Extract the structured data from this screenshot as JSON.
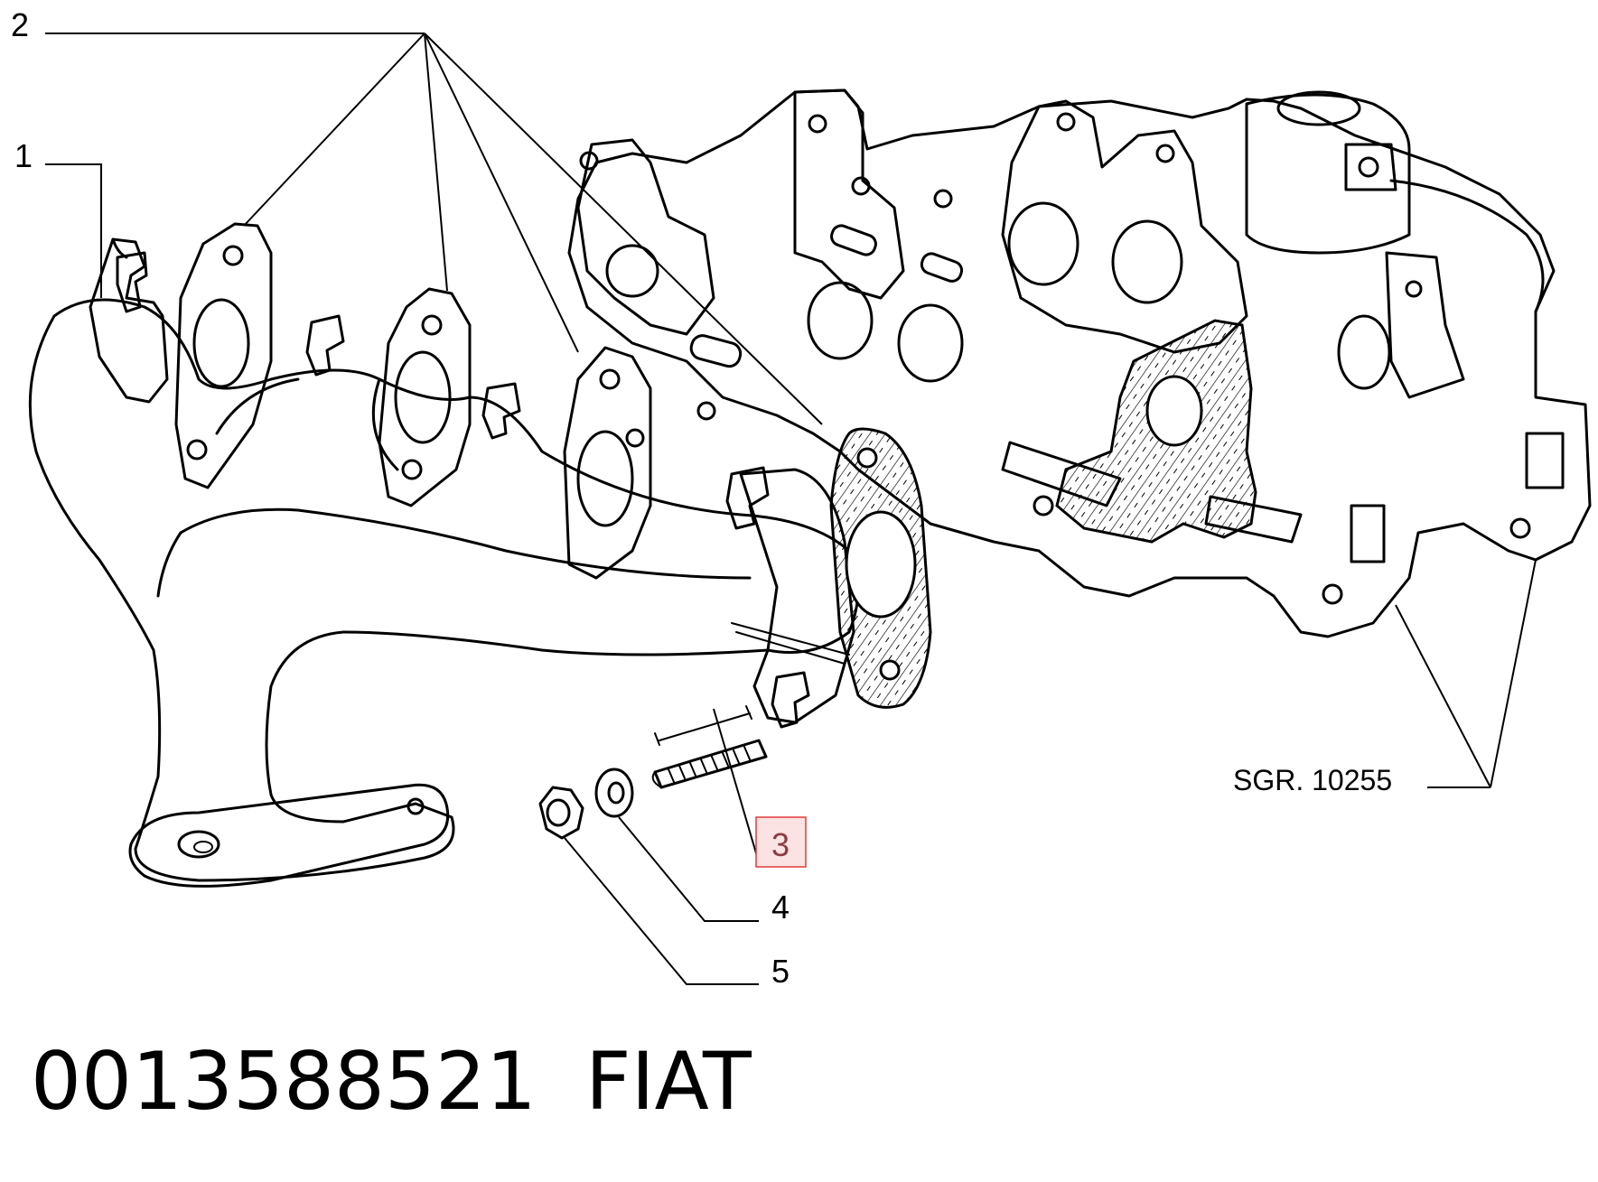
{
  "callouts": {
    "c1": "1",
    "c2": "2",
    "c3": "3",
    "c4": "4",
    "c5": "5"
  },
  "reference": "SGR. 10255",
  "part_number": "0013588521",
  "brand": "FIAT",
  "highlight_color": "#e23a3a"
}
